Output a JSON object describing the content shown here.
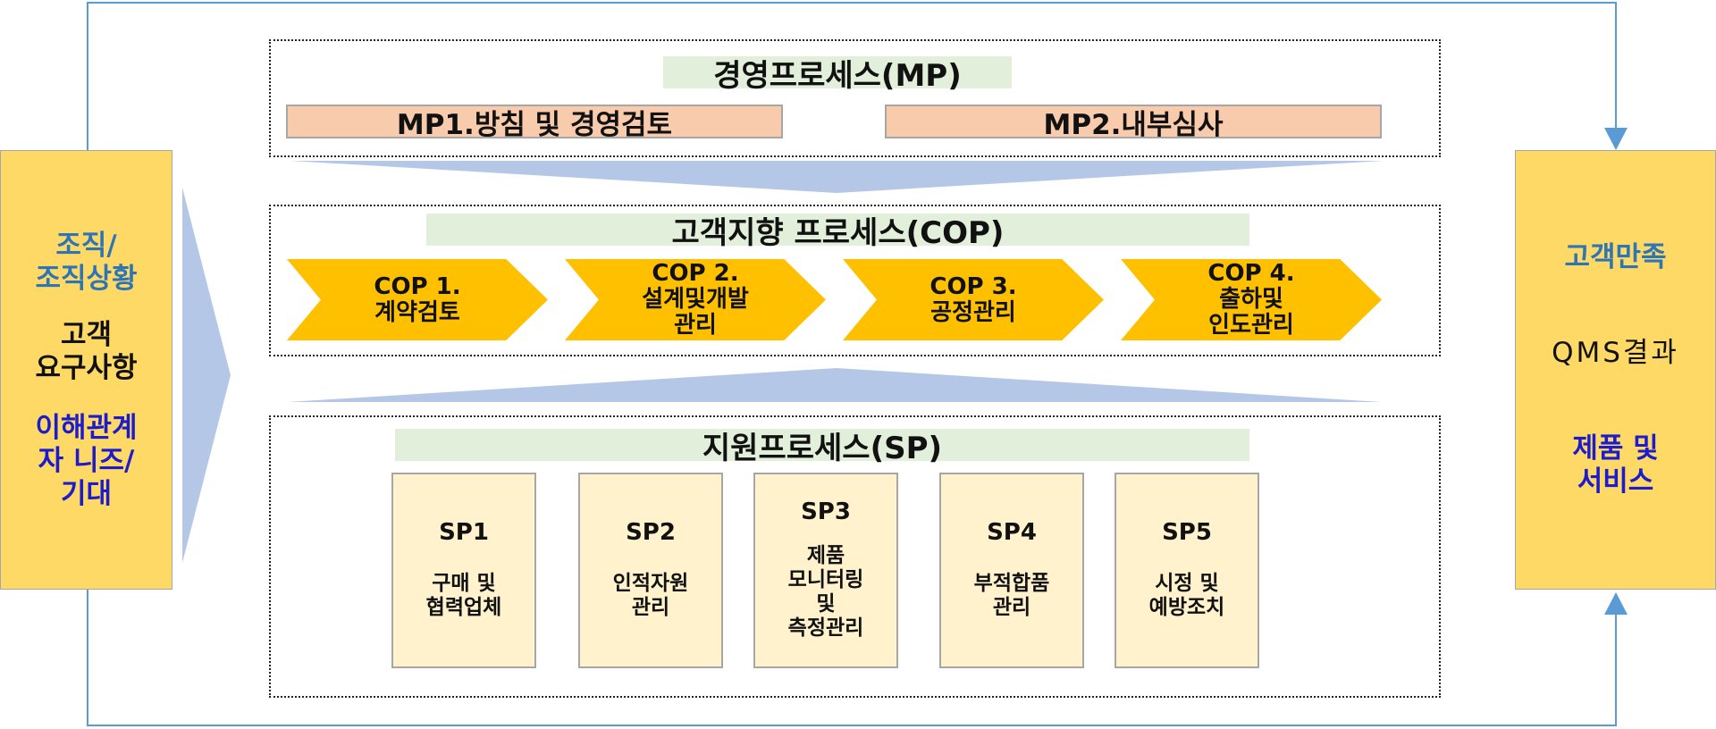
{
  "left_panel": {
    "org": "조직/\n조직상황",
    "customer": "고객\n요구사항",
    "stakeholder": "이해관계\n자 니즈/\n기대"
  },
  "right_panel": {
    "satisfaction": "고객만족",
    "qms": "QMS결과",
    "product": "제품 및\n서비스"
  },
  "mp": {
    "title": "경영프로세스(MP)",
    "items": [
      "MP1.방침 및 경영검토",
      "MP2.내부심사"
    ]
  },
  "cop": {
    "title": "고객지향 프로세스(COP)",
    "items": [
      {
        "code": "COP 1.",
        "name": "계약검토"
      },
      {
        "code": "COP 2.",
        "name": "설계및개발\n관리"
      },
      {
        "code": "COP 3.",
        "name": "공정관리"
      },
      {
        "code": "COP 4.",
        "name": "출하및\n인도관리"
      }
    ]
  },
  "sp": {
    "title": "지원프로세스(SP)",
    "items": [
      {
        "code": "SP1",
        "name": "구매 및\n협력업체"
      },
      {
        "code": "SP2",
        "name": "인적자원\n관리"
      },
      {
        "code": "SP3",
        "name": "제품\n모니터링\n및\n측정관리"
      },
      {
        "code": "SP4",
        "name": "부적합품\n관리"
      },
      {
        "code": "SP5",
        "name": "시정 및\n예방조치"
      }
    ]
  },
  "colors": {
    "side_fill": "#ffd966",
    "mp_fill": "#f8cbad",
    "cop_fill": "#ffc000",
    "sp_fill": "#fff2cc",
    "band_fill": "#e2efda",
    "arrow_fill": "#b4c7e7",
    "loop_line": "#5b9bd5"
  }
}
